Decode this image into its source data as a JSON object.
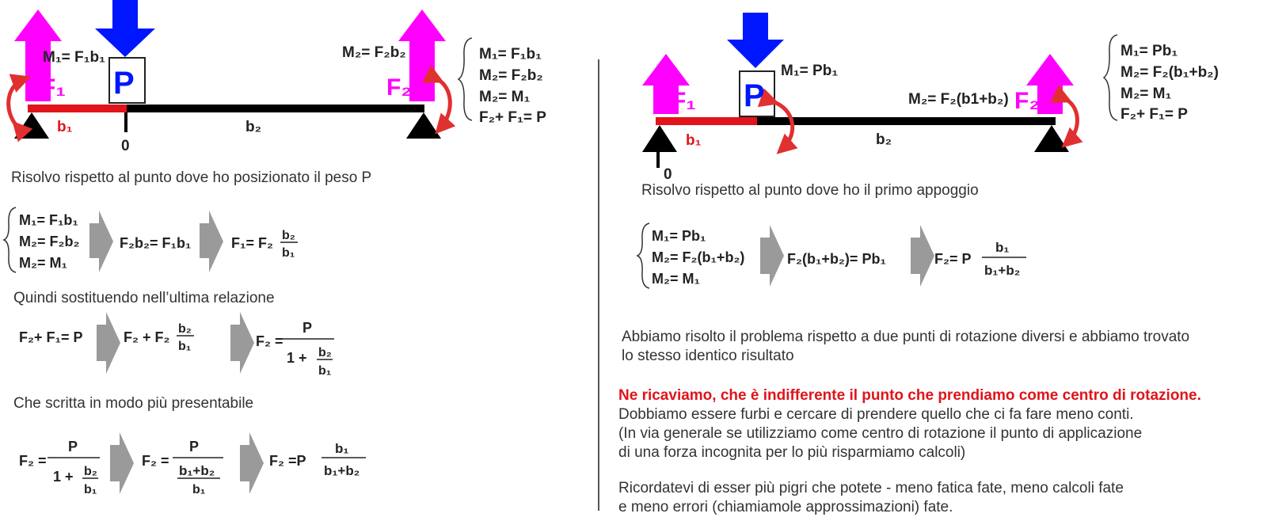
{
  "colors": {
    "force": "#ff00ff",
    "load": "#0016ff",
    "segment_b1": "#e0141a",
    "beam": "#000000",
    "moment": "#e03030",
    "arrow": "#9a9a9a",
    "emphasis": "#e0141a"
  },
  "left": {
    "top_m1": "M₁= F₁b₁",
    "top_m2": "M₂= F₂b₂",
    "f1": "F₁",
    "f2": "F₂",
    "p": "P",
    "b1": "b₁",
    "b2": "b₂",
    "origin": "0",
    "system": [
      "M₁= F₁b₁",
      "M₂= F₂b₂",
      "M₂= M₁",
      "F₂+ F₁= P"
    ],
    "heading1": "Risolvo rispetto al punto dove ho posizionato il peso P",
    "sys2": [
      "M₁= F₁b₁",
      "M₂= F₂b₂",
      "M₂= M₁"
    ],
    "step_eq": "F₂b₂= F₁b₁",
    "f1_lhs": "F₁= F₂",
    "frac_b2": "b₂",
    "frac_b1": "b₁",
    "heading2": "Quindi sostituendo nell’ultima relazione",
    "sum_eq": "F₂+ F₁= P",
    "sub_eq": "F₂ + F₂",
    "f2_eq": "F₂ =",
    "p_num": "P",
    "one_plus": "1 +",
    "heading3": "Che scritta in modo più presentabile",
    "sum_b": "b₁+b₂",
    "f2_final": "F₂ =P"
  },
  "right": {
    "m1_top": "M₁= Pb₁",
    "m2_beam": "M₂= F₂(b1+b₂)",
    "f1": "F₁",
    "f2": "F₂",
    "p": "P",
    "b1": "b₁",
    "b2": "b₂",
    "origin": "0",
    "system": [
      "M₁= Pb₁",
      "M₂= F₂(b₁+b₂)",
      "M₂= M₁",
      "F₂+ F₁= P"
    ],
    "heading1": "Risolvo rispetto al punto dove ho il primo appoggio",
    "sys2": [
      "M₁= Pb₁",
      "M₂= F₂(b₁+b₂)",
      "M₂= M₁"
    ],
    "step_eq": "F₂(b₁+b₂)= Pb₁",
    "result_lhs": "F₂= P",
    "frac_num": "b₁",
    "frac_den": "b₁+b₂",
    "para1_l1": "Abbiamo risolto il problema rispetto a due punti di rotazione diversi e abbiamo trovato",
    "para1_l2": "lo stesso identico risultato",
    "para2_red": "Ne ricaviamo, che è indifferente il punto che prendiamo come centro di rotazione.",
    "para2_l2": "Dobbiamo essere furbi e cercare di prendere quello che ci fa fare meno conti.",
    "para2_l3": "(In via generale se utilizziamo come centro di rotazione il punto di applicazione",
    "para2_l4": "di una forza incognita per lo più risparmiamo calcoli)",
    "para3_l1": "Ricordatevi di esser più pigri che potete - meno fatica fate, meno calcoli fate",
    "para3_l2": "e meno errori (chiamiamole approssimazioni) fate."
  }
}
